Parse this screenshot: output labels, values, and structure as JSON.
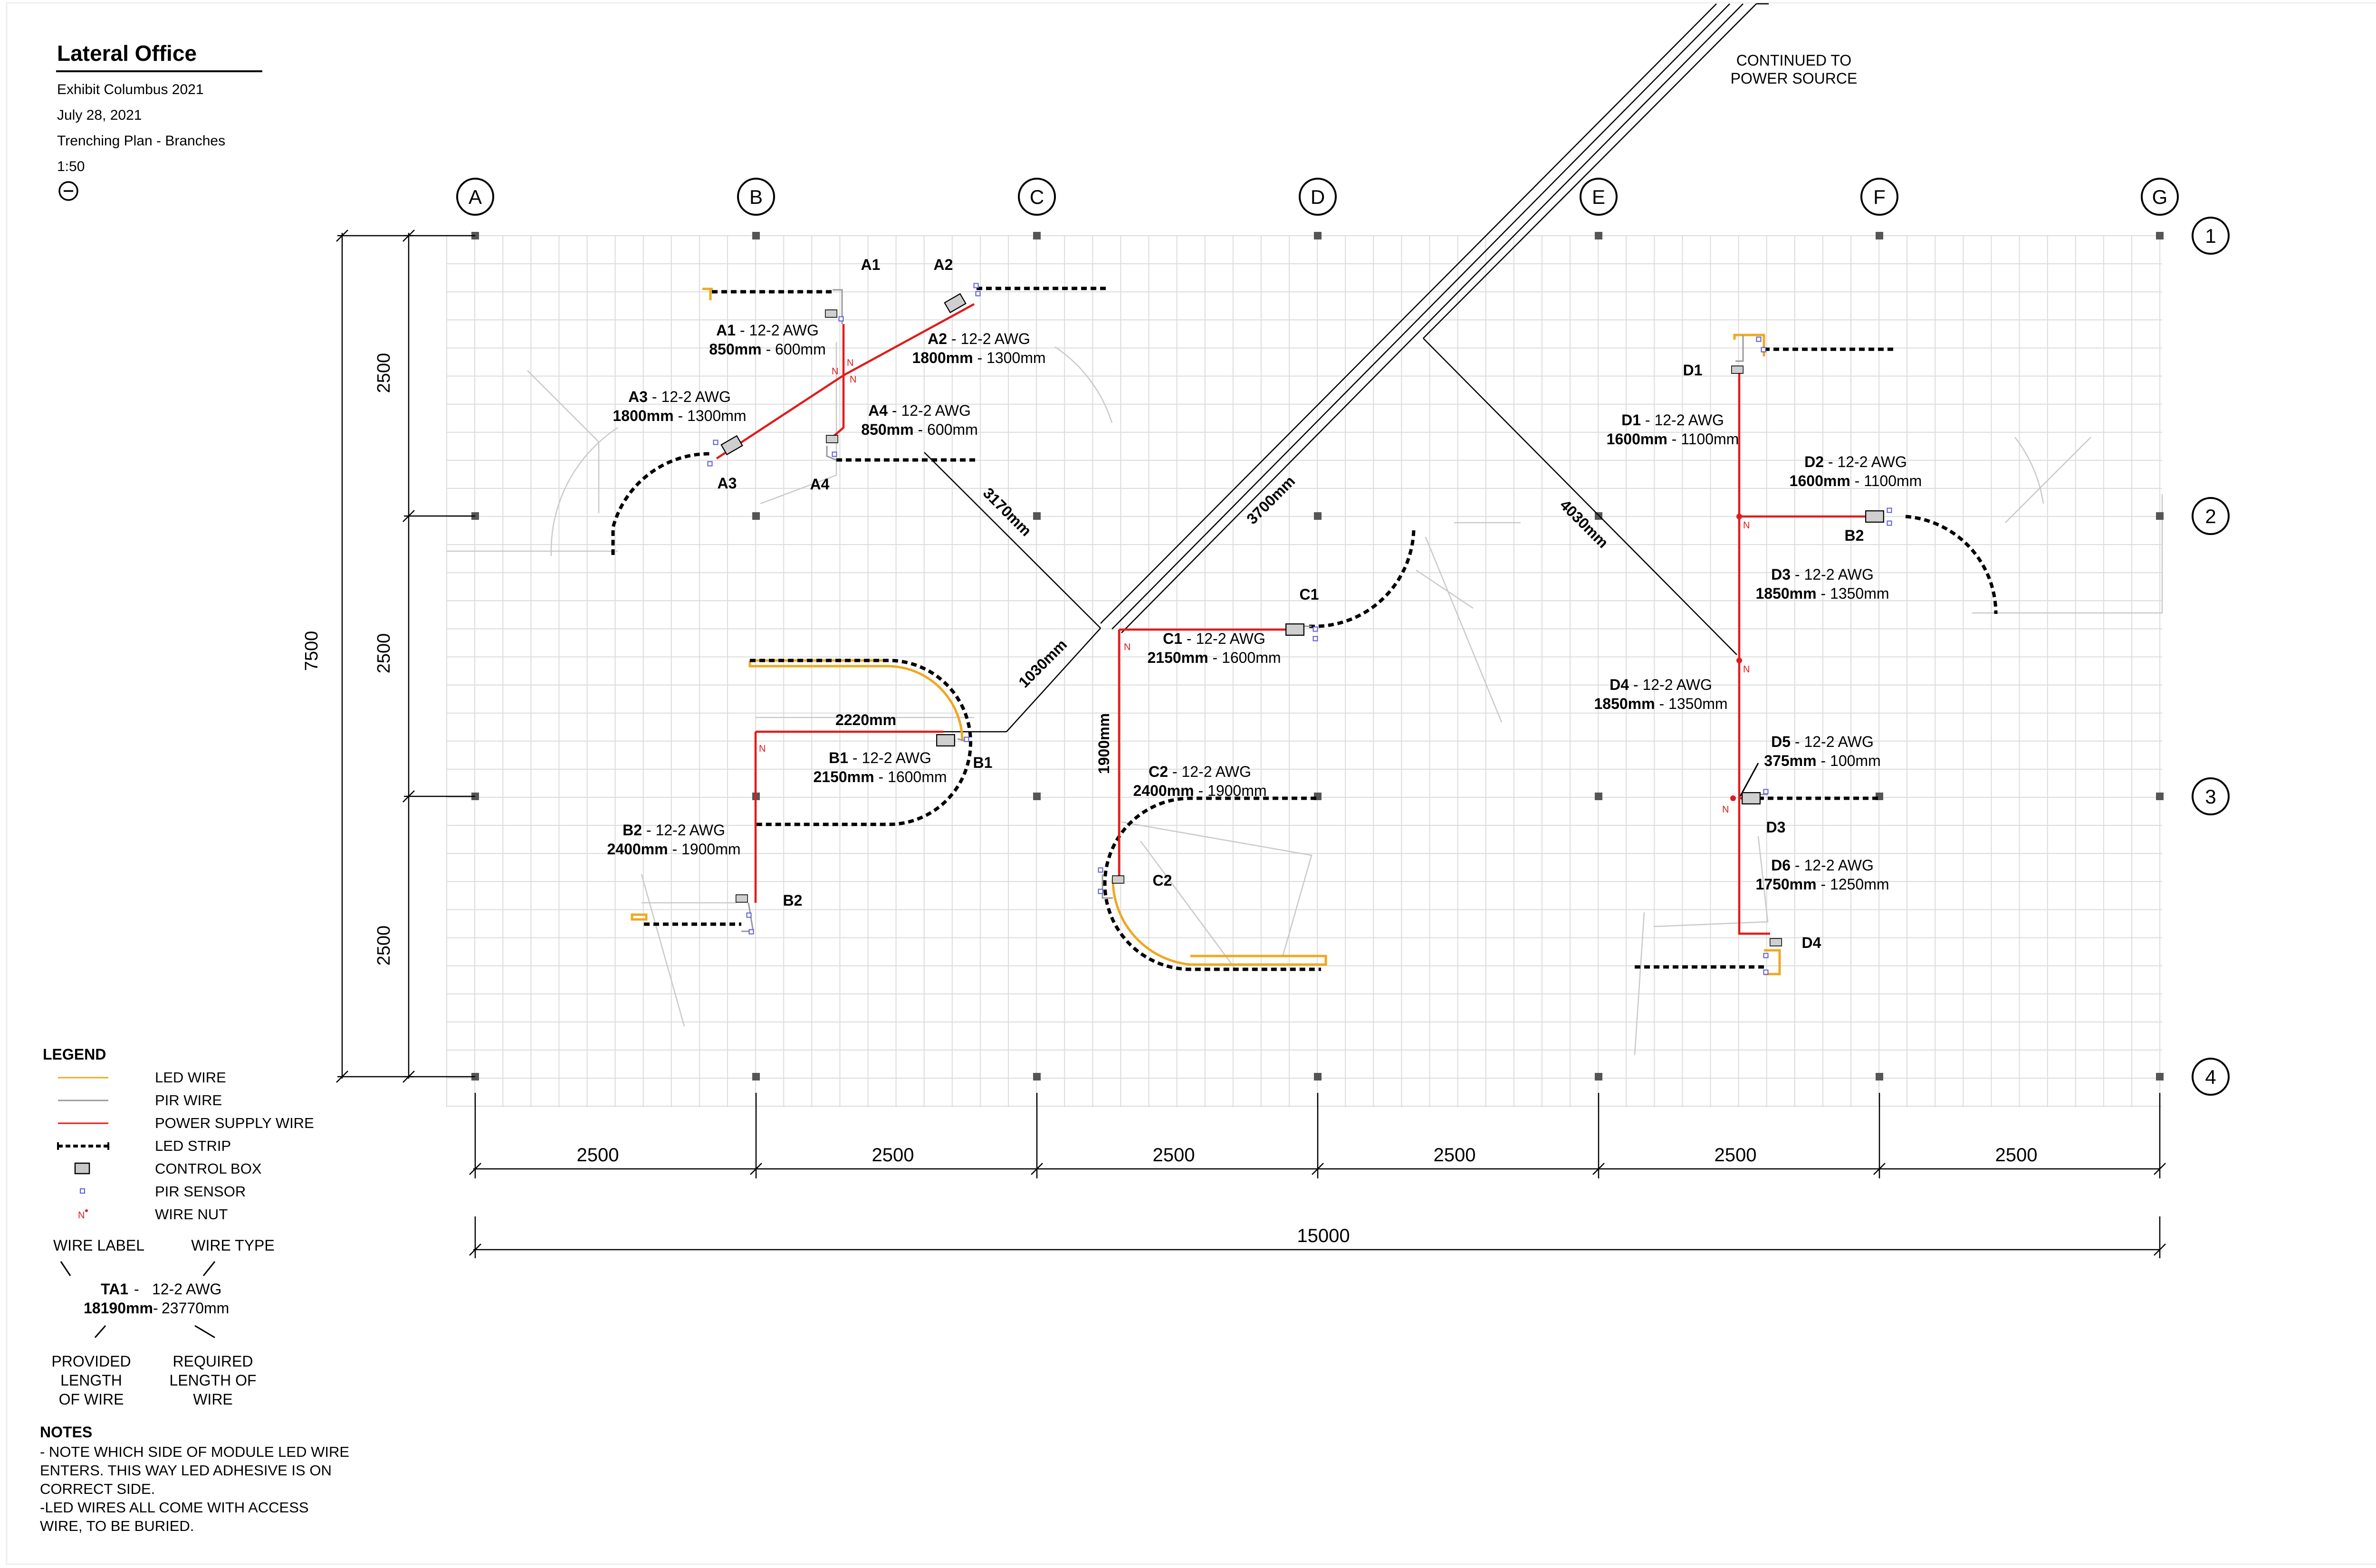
{
  "title_block": {
    "title": "Lateral Office",
    "project": "Exhibit Columbus 2021",
    "date": "July 28, 2021",
    "sheet": "Trenching Plan - Branches",
    "scale": "1:50",
    "north_icon": "north-arrow-icon"
  },
  "source_note": {
    "line1": "CONTINUED TO",
    "line2": "POWER SOURCE"
  },
  "grid": {
    "columns": [
      "A",
      "B",
      "C",
      "D",
      "E",
      "F",
      "G"
    ],
    "rows": [
      "1",
      "2",
      "3",
      "4"
    ],
    "col_spacing": [
      "2500",
      "2500",
      "2500",
      "2500",
      "2500",
      "2500"
    ],
    "row_spacing": [
      "2500",
      "2500",
      "2500"
    ],
    "overall_width": "15000",
    "overall_height": "7500"
  },
  "trench_lengths": {
    "t1": "3170mm",
    "t2": "3700mm",
    "t3": "4030mm",
    "t4": "1030mm",
    "t5": "2220mm",
    "t6": "1900mm"
  },
  "modules": {
    "A1": "A1",
    "A2": "A2",
    "A3": "A3",
    "A4": "A4",
    "B1": "B1",
    "B2": "B2",
    "C1": "C1",
    "C2": "C2",
    "D1": "D1",
    "D2": "D2",
    "D3": "D3",
    "D4": "D4"
  },
  "wires": [
    {
      "id": "A1",
      "type": "12-2 AWG",
      "provided": "850mm",
      "required": "600mm"
    },
    {
      "id": "A2",
      "type": "12-2 AWG",
      "provided": "1800mm",
      "required": "1300mm"
    },
    {
      "id": "A3",
      "type": "12-2 AWG",
      "provided": "1800mm",
      "required": "1300mm"
    },
    {
      "id": "A4",
      "type": "12-2 AWG",
      "provided": "850mm",
      "required": "600mm"
    },
    {
      "id": "B1",
      "type": "12-2 AWG",
      "provided": "2150mm",
      "required": "1600mm"
    },
    {
      "id": "B2",
      "type": "12-2 AWG",
      "provided": "2400mm",
      "required": "1900mm"
    },
    {
      "id": "C1",
      "type": "12-2 AWG",
      "provided": "2150mm",
      "required": "1600mm"
    },
    {
      "id": "C2",
      "type": "12-2 AWG",
      "provided": "2400mm",
      "required": "1900mm"
    },
    {
      "id": "D1",
      "type": "12-2 AWG",
      "provided": "1600mm",
      "required": "1100mm"
    },
    {
      "id": "D2",
      "type": "12-2 AWG",
      "provided": "1600mm",
      "required": "1100mm"
    },
    {
      "id": "D3",
      "type": "12-2 AWG",
      "provided": "1850mm",
      "required": "1350mm"
    },
    {
      "id": "D4",
      "type": "12-2 AWG",
      "provided": "1850mm",
      "required": "1350mm"
    },
    {
      "id": "D5",
      "type": "12-2 AWG",
      "provided": "375mm",
      "required": "100mm"
    },
    {
      "id": "D6",
      "type": "12-2 AWG",
      "provided": "1750mm",
      "required": "1250mm"
    }
  ],
  "wire_nut_glyph": "N",
  "legend": {
    "title": "LEGEND",
    "items": [
      {
        "label": "LED WIRE",
        "icon": "led-wire-swatch",
        "color": "#f0a820"
      },
      {
        "label": "PIR WIRE",
        "icon": "pir-wire-swatch",
        "color": "#999999"
      },
      {
        "label": "POWER SUPPLY WIRE",
        "icon": "power-wire-swatch",
        "color": "#e21b1b"
      },
      {
        "label": "LED STRIP",
        "icon": "led-strip-swatch",
        "color": "#000000"
      },
      {
        "label": "CONTROL BOX",
        "icon": "control-box-icon",
        "color": "#c8c8c8"
      },
      {
        "label": "PIR SENSOR",
        "icon": "pir-sensor-icon",
        "color": "#5a5ad0"
      },
      {
        "label": "WIRE NUT",
        "icon": "wire-nut-icon",
        "color": "#e21b1b"
      }
    ],
    "key": {
      "wire_label": "WIRE LABEL",
      "wire_type_label": "WIRE TYPE",
      "sample_id": "TA1",
      "sample_type": "12-2 AWG",
      "sample_provided": "18190mm",
      "sample_required": "23770mm",
      "provided_1": "PROVIDED",
      "provided_2": "LENGTH",
      "provided_3": "OF WIRE",
      "required_1": "REQUIRED",
      "required_2": "LENGTH OF",
      "required_3": "WIRE"
    }
  },
  "notes": {
    "title": "NOTES",
    "lines": [
      "- NOTE WHICH SIDE OF MODULE LED WIRE",
      "ENTERS. THIS WAY LED ADHESIVE IS ON",
      "CORRECT SIDE.",
      "-LED WIRES ALL COME WITH ACCESS",
      "WIRE, TO BE BURIED."
    ]
  },
  "colors": {
    "led_wire": "#f0a820",
    "pir_wire": "#999999",
    "power_wire": "#e21b1b",
    "grid": "#dcdcdc",
    "pir_sensor": "#5a5ad0"
  }
}
